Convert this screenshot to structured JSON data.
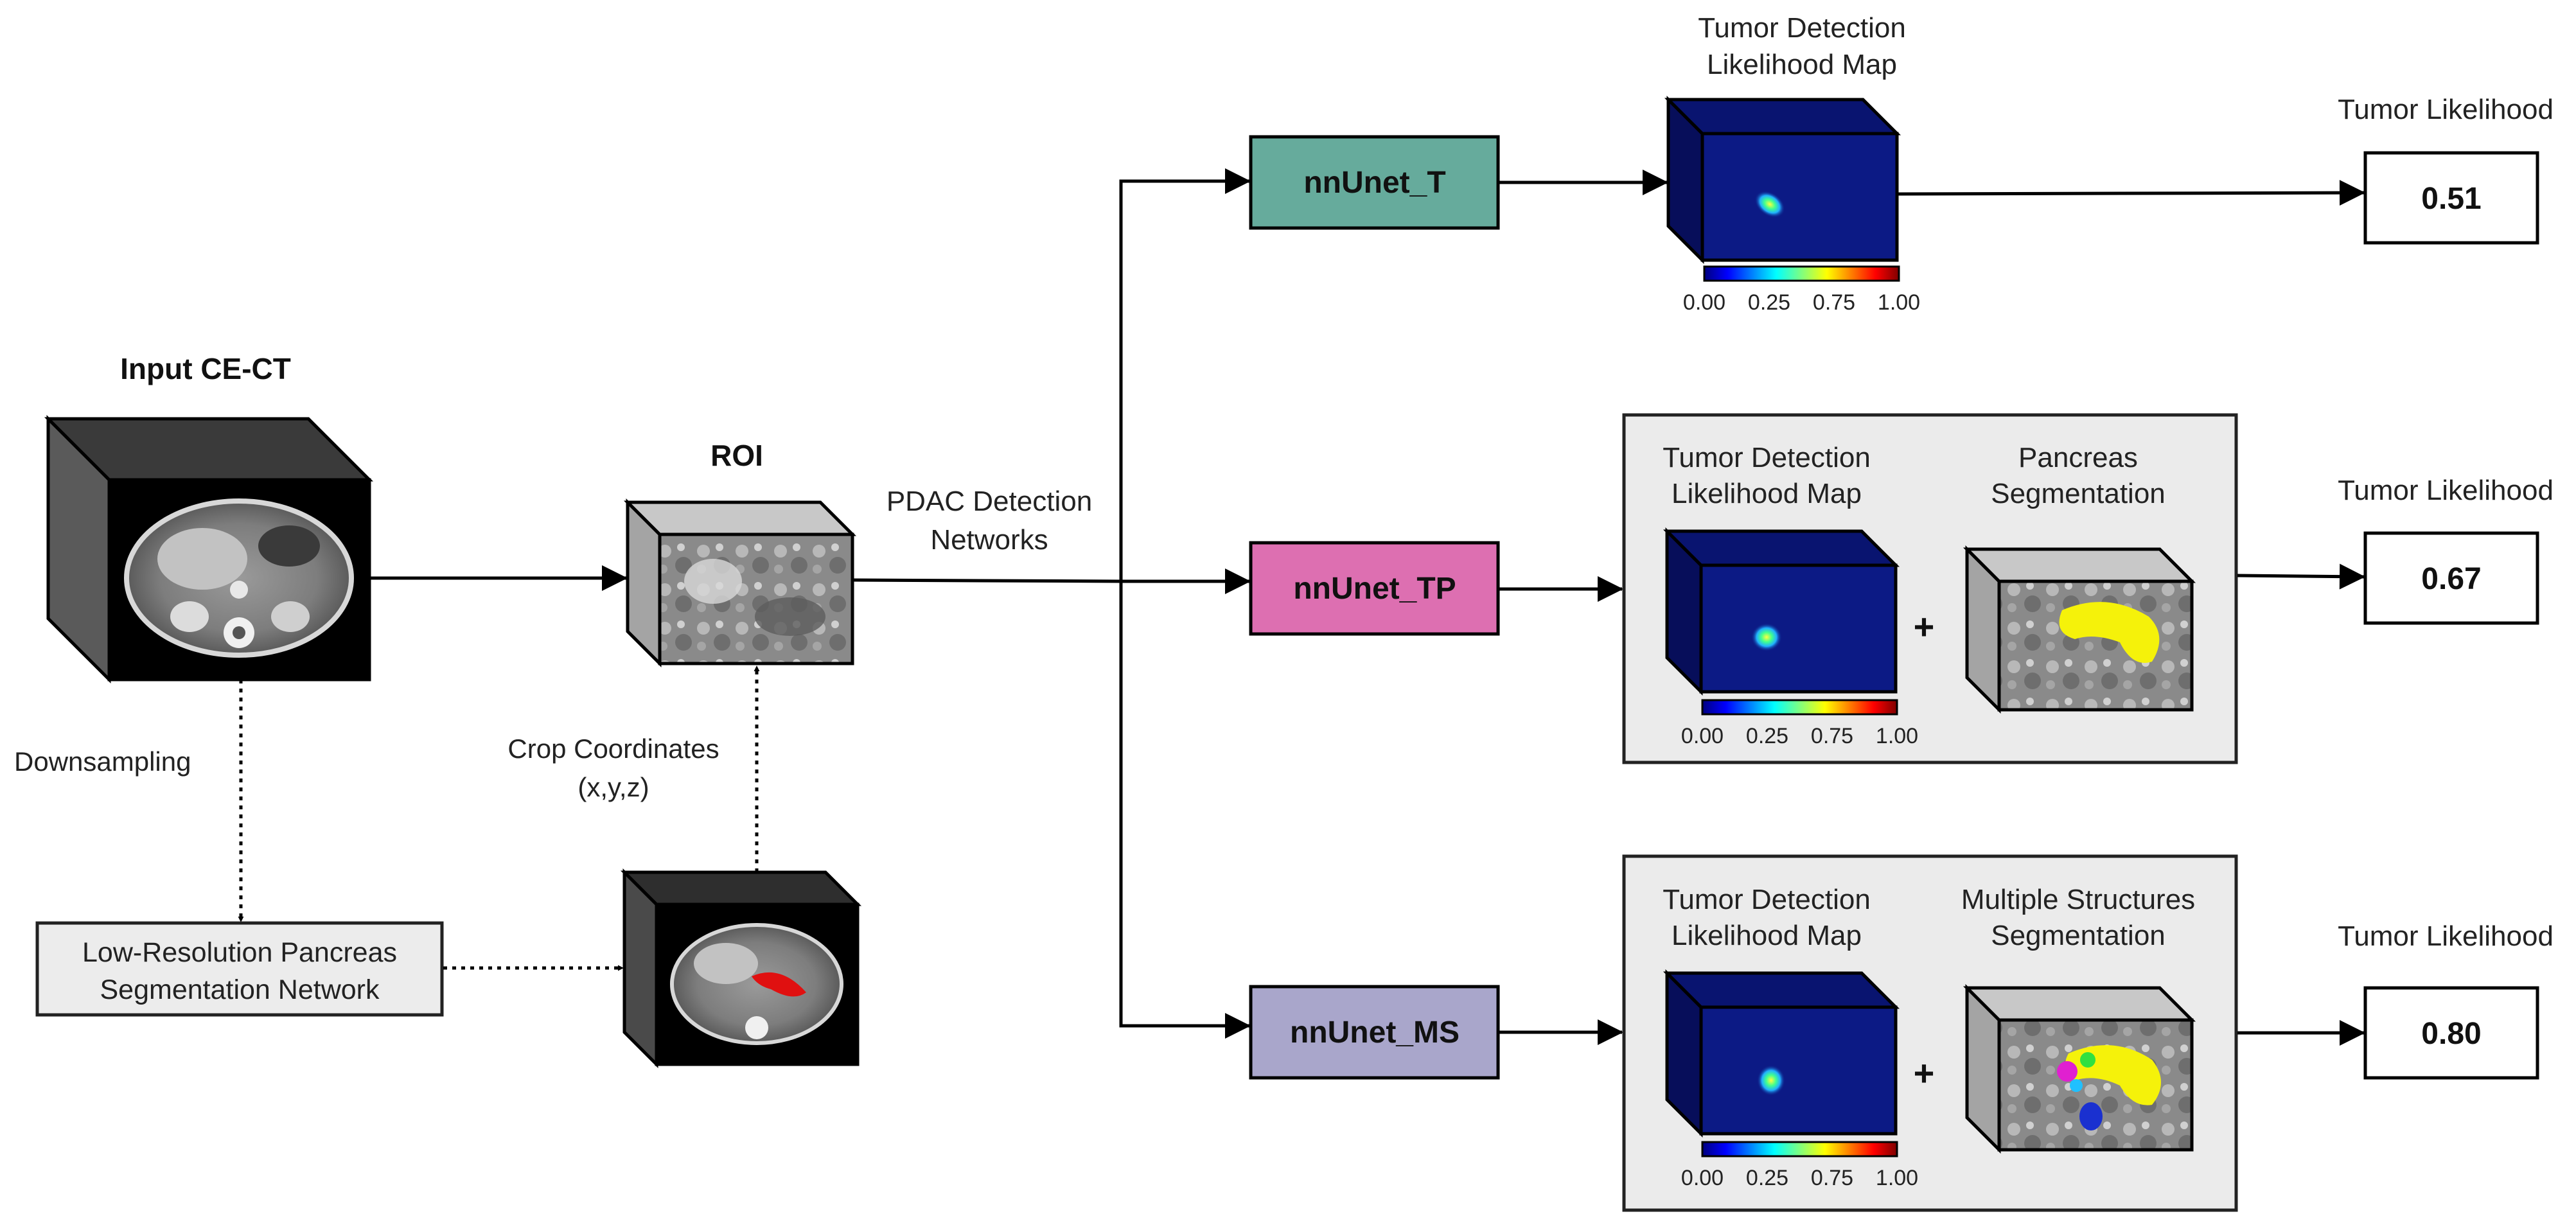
{
  "input": {
    "title": "Input CE-CT"
  },
  "roi": {
    "title": "ROI"
  },
  "downsampling": {
    "label": "Downsampling"
  },
  "lowres": {
    "line1": "Low-Resolution Pancreas",
    "line2": "Segmentation Network"
  },
  "crop": {
    "line1": "Crop Coordinates",
    "line2": "(x,y,z)"
  },
  "pdac": {
    "line1": "PDAC Detection",
    "line2": "Networks"
  },
  "networks": [
    {
      "label": "nnUnet_T",
      "color": "#66ab9c"
    },
    {
      "label": "nnUnet_TP",
      "color": "#dd6fb1"
    },
    {
      "label": "nnUnet_MS",
      "color": "#a9a6cb"
    }
  ],
  "map_top": {
    "line1": "Tumor Detection",
    "line2": "Likelihood Map"
  },
  "panel_tp": {
    "map_line1": "Tumor Detection",
    "map_line2": "Likelihood Map",
    "seg_line1": "Pancreas",
    "seg_line2": "Segmentation",
    "plus": "+"
  },
  "panel_ms": {
    "map_line1": "Tumor Detection",
    "map_line2": "Likelihood Map",
    "seg_line1": "Multiple Structures",
    "seg_line2": "Segmentation",
    "plus": "+"
  },
  "colorbar_ticks": [
    "0.00",
    "0.25",
    "0.75",
    "1.00"
  ],
  "outputs": [
    {
      "title": "Tumor Likelihood",
      "value": "0.51"
    },
    {
      "title": "Tumor Likelihood",
      "value": "0.67"
    },
    {
      "title": "Tumor Likelihood",
      "value": "0.80"
    }
  ],
  "colors": {
    "heatmap_bg": "#0c1a85",
    "panel_bg": "#ebebeb",
    "seg_yellow": "#f5f20a",
    "crop_red": "#e01010"
  }
}
